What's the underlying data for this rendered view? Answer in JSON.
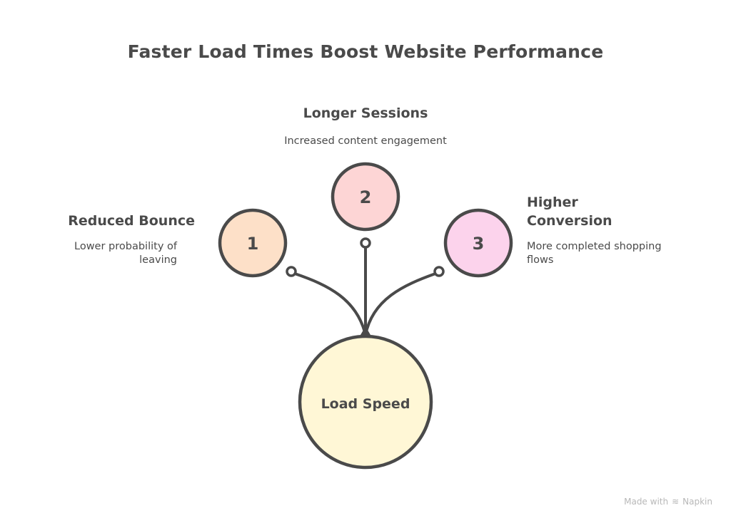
{
  "title": "Faster Load Times Boost Website Performance",
  "center": {
    "label": "Load Speed",
    "fill": "#fff7d6"
  },
  "nodes": [
    {
      "number": "1",
      "title": "Reduced Bounce",
      "description_lines": [
        "Lower probability of",
        "leaving"
      ],
      "fill": "#fde0c8"
    },
    {
      "number": "2",
      "title": "Longer Sessions",
      "description_lines": [
        "Increased content engagement"
      ],
      "fill": "#fdd5d5"
    },
    {
      "number": "3",
      "title_lines": [
        "Higher",
        "Conversion"
      ],
      "description_lines": [
        "More completed shopping",
        "flows"
      ],
      "fill": "#fcd3ec"
    }
  ],
  "stroke_color": "#4a4a4a",
  "footer": {
    "made_with": "Made with",
    "brand": "Napkin",
    "logo_icon": "napkin-logo-icon"
  }
}
